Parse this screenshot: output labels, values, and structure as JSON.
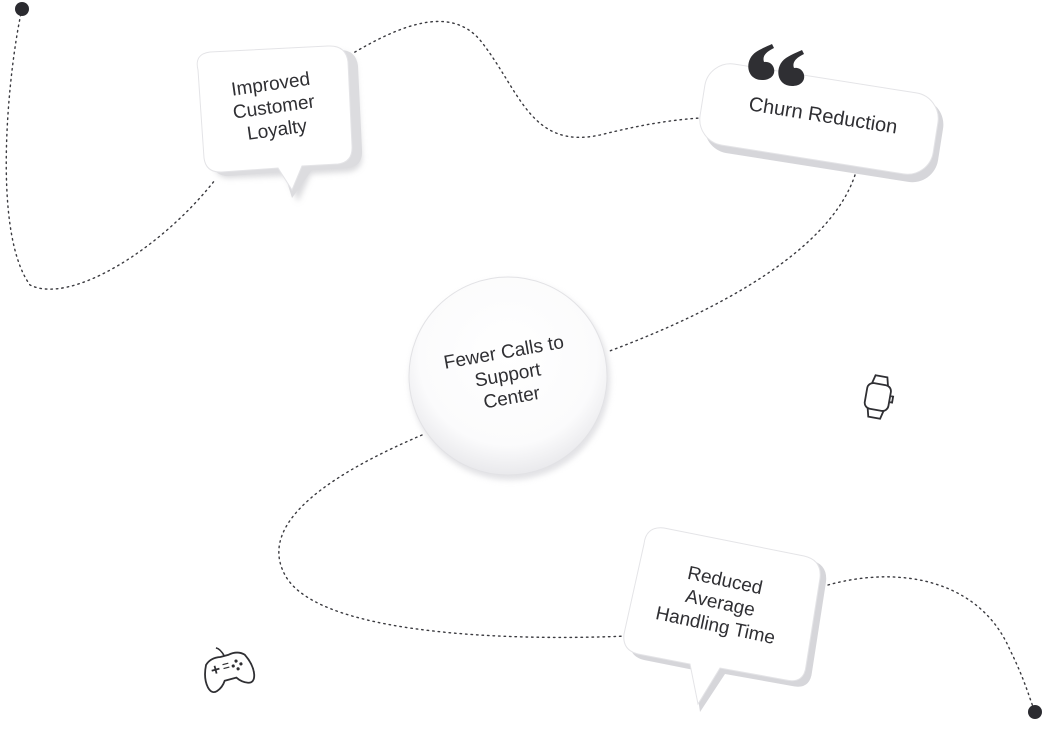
{
  "nodes": {
    "loyalty": {
      "label": "Improved\nCustomer\nLoyalty"
    },
    "churn": {
      "label": "Churn Reduction"
    },
    "calls": {
      "label": "Fewer Calls to\nSupport\nCenter"
    },
    "aht": {
      "label": "Reduced\nAverage\nHandling Time"
    }
  },
  "icons": {
    "quote": "quote-icon",
    "watch": "smartwatch-icon",
    "gamepad": "gamepad-icon"
  },
  "colors": {
    "text": "#2f2f33",
    "dots": "#2b2b30",
    "bubble": "#ffffff",
    "bubble_shadow": "#d9d9dc"
  }
}
